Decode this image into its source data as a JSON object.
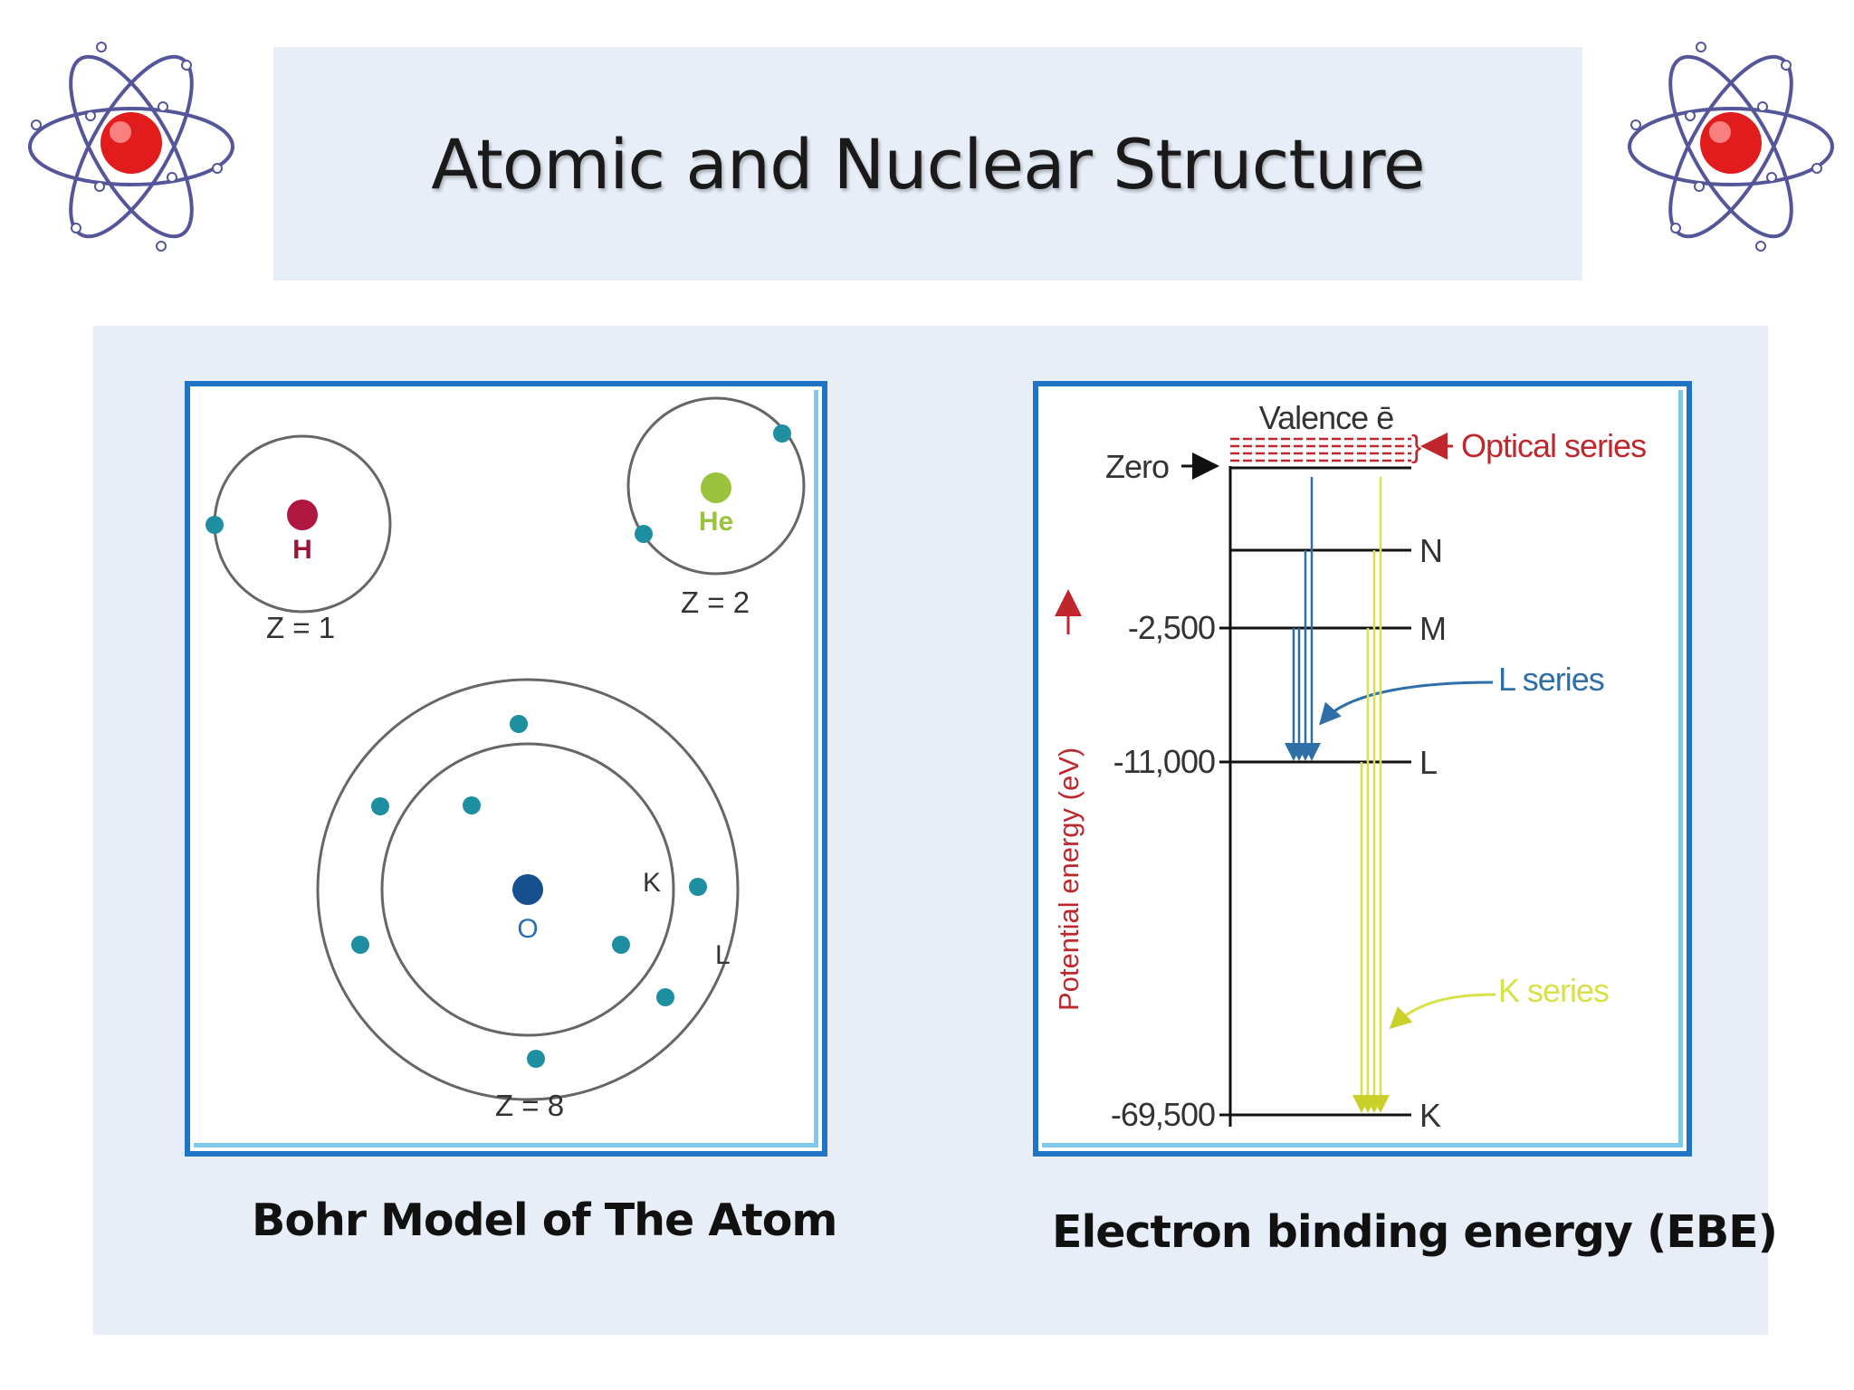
{
  "slide": {
    "title": "Atomic and Nuclear Structure"
  },
  "bohr_model": {
    "caption": "Bohr Model of The Atom",
    "atoms": [
      {
        "symbol": "H",
        "z_label": "Z = 1",
        "nucleus_color": "#b01740",
        "symbol_color": "#9a1535"
      },
      {
        "symbol": "He",
        "z_label": "Z = 2",
        "nucleus_color": "#9bc23c",
        "symbol_color": "#9bc23c"
      },
      {
        "symbol": "O",
        "z_label": "Z = 8",
        "nucleus_color": "#174f8f",
        "symbol_color": "#2a6db0"
      }
    ],
    "shell_labels": [
      "K",
      "L"
    ],
    "electron_color": "#1e8fa0"
  },
  "ebe_diagram": {
    "caption": "Electron binding energy (EBE)",
    "axis_label": "Potential energy (eV)",
    "valence_label": "Valence ē",
    "optical_label": "Optical series",
    "zero_label": "Zero",
    "levels": [
      {
        "shell": "N",
        "energy": null
      },
      {
        "shell": "M",
        "energy": "-2,500"
      },
      {
        "shell": "L",
        "energy": "-11,000"
      },
      {
        "shell": "K",
        "energy": "-69,500"
      }
    ],
    "l_series_label": "L series",
    "k_series_label": "K series",
    "colors": {
      "axis_label": "#c0272d",
      "l_series": "#2f6fa6",
      "k_series": "#d8e04a",
      "optical": "#c0272d"
    }
  }
}
